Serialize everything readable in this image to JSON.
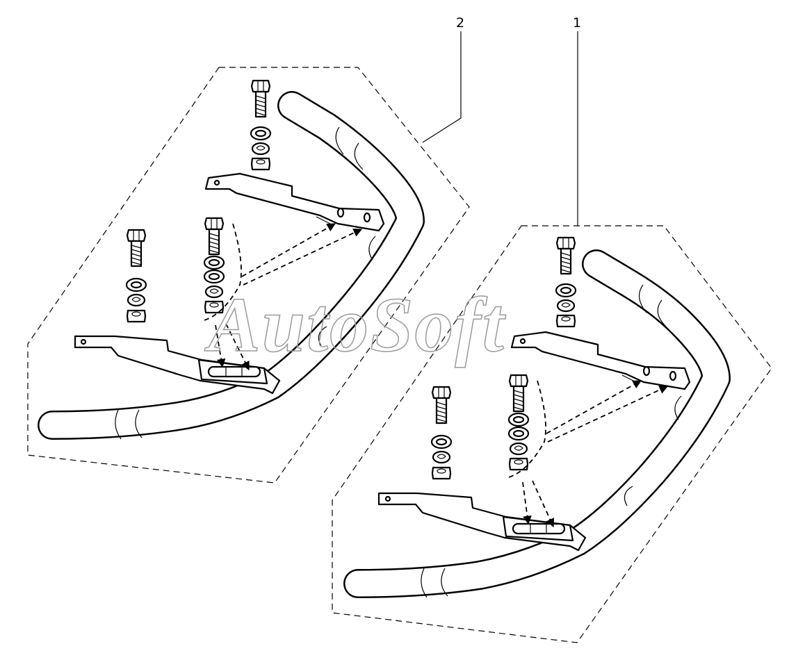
{
  "callouts": {
    "label_2": "2",
    "label_1": "1"
  },
  "watermark": {
    "text": "AutoSoft"
  },
  "colors": {
    "ink": "#000000",
    "watermark": "#9a9a9a",
    "background": "#ffffff"
  }
}
